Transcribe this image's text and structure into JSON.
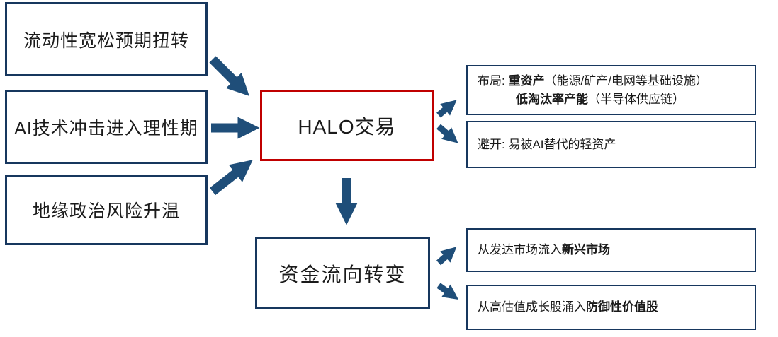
{
  "diagram": {
    "colors": {
      "navy_border": "#17375e",
      "arrow_blue": "#1f4e79",
      "red_border": "#c00000",
      "text": "#1a1a1a"
    },
    "causes": [
      {
        "label": "流动性宽松预期扭转"
      },
      {
        "label": "AI技术冲击进入理性期"
      },
      {
        "label": "地缘政治风险升温"
      }
    ],
    "center": {
      "label": "HALO交易"
    },
    "flow": {
      "label": "资金流向转变"
    },
    "outcomes": {
      "layout": {
        "prefix": "布局: ",
        "bold1": "重资产",
        "rest1": "（能源/矿产/电网等基础设施）",
        "bold2": "低淘汰率产能",
        "rest2": "（半导体供应链）"
      },
      "avoid": {
        "prefix": "避开: ",
        "text": "易被AI替代的轻资产"
      },
      "market_shift": {
        "prefix": "从发达市场流入",
        "bold": "新兴市场"
      },
      "style_shift": {
        "prefix": "从高估值成长股涌入",
        "bold": "防御性价值股"
      }
    }
  }
}
